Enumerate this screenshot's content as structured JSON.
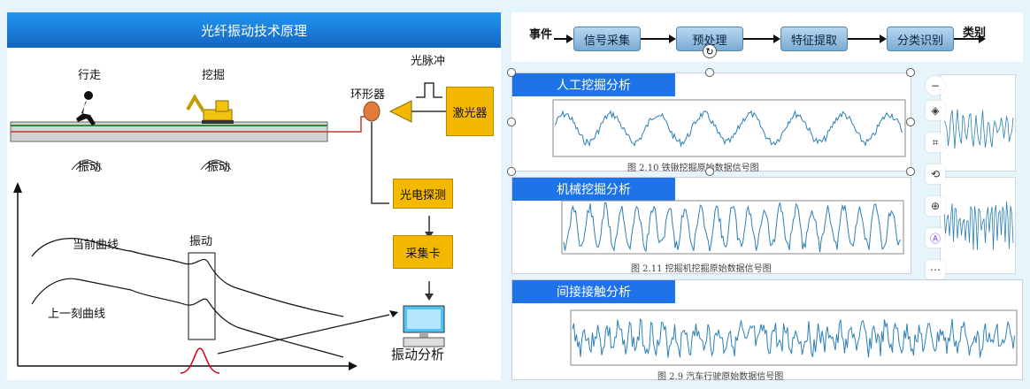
{
  "left": {
    "title": "光纤振动技术原理",
    "walk": "行走",
    "dig": "挖掘",
    "vib1": "振动",
    "vib2": "振动",
    "pulse": "光脉冲",
    "circulator": "环形器",
    "laser": "激光器",
    "detector": "光电探测",
    "daq": "采集卡",
    "analysis": "振动分析",
    "current_curve": "当前曲线",
    "vib_peak": "振动",
    "previous_curve": "上一刻曲线"
  },
  "flow": {
    "event": "事件",
    "steps": [
      "信号采集",
      "预处理",
      "特征提取",
      "分类识别"
    ],
    "category": "类别"
  },
  "signals": {
    "manual": {
      "tag": "人工挖掘分析",
      "caption": "图 2.10  铁锹挖掘原始数据信号图"
    },
    "machine": {
      "tag": "机械挖掘分析",
      "caption": "图 2.11  挖掘机挖掘原始数据信号图"
    },
    "indirect": {
      "tag": "间接接触分析",
      "caption": "图 2.9  汽车行驶原始数据信号图"
    }
  },
  "toolbar": {
    "icons": [
      "minus-icon",
      "layers-icon",
      "crop-icon",
      "rotate-icon",
      "zoom-in-icon",
      "text-recognize-icon",
      "more-icon"
    ]
  },
  "colors": {
    "title_bar": "#1565c0",
    "signal": "#2a7fb8",
    "tag": "#1e73e8",
    "box": "#f5b800"
  }
}
